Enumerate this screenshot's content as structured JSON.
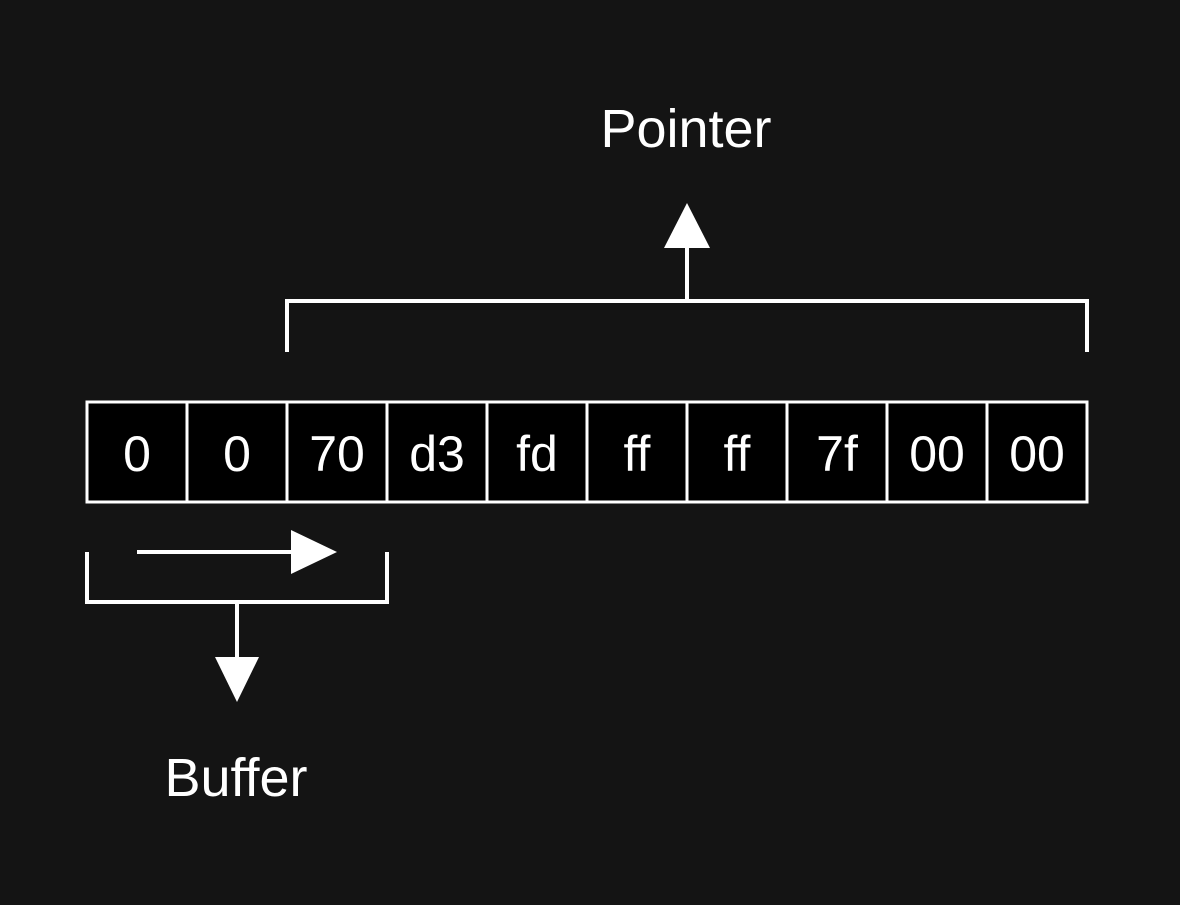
{
  "labels": {
    "pointer": "Pointer",
    "buffer": "Buffer"
  },
  "memory": {
    "bytes": [
      "0",
      "0",
      "70",
      "d3",
      "fd",
      "ff",
      "ff",
      "7f",
      "00",
      "00"
    ]
  },
  "colors": {
    "background": "#141414",
    "cell_fill": "#000000",
    "foreground": "#ffffff"
  }
}
